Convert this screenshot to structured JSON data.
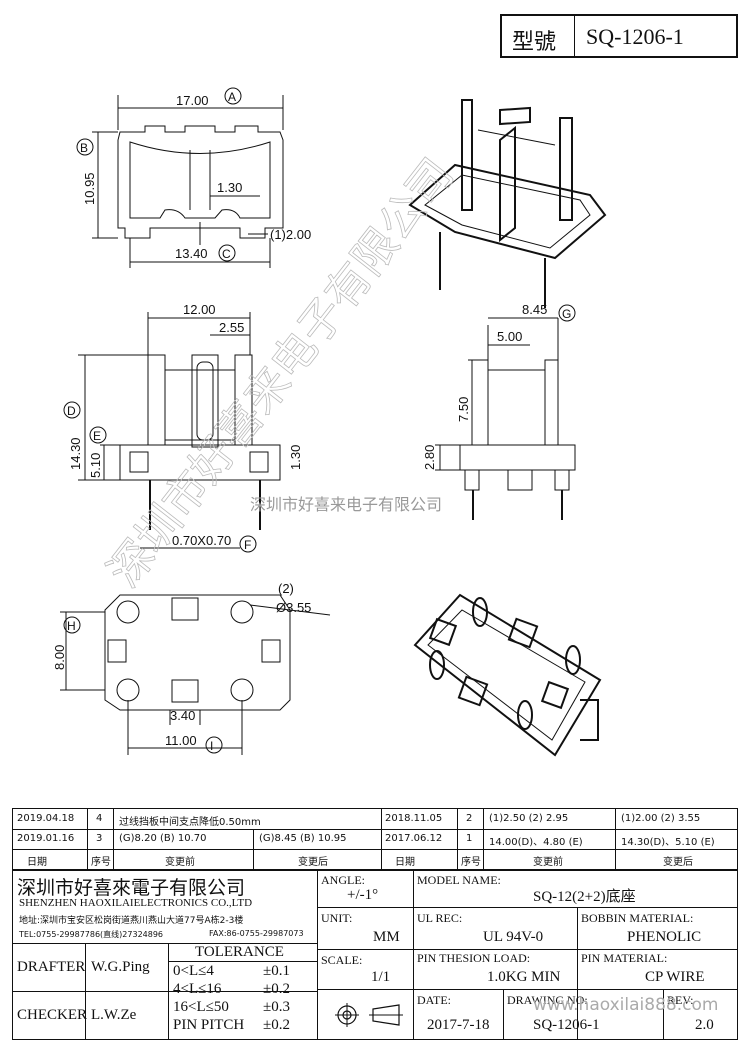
{
  "header": {
    "model_label": "型號",
    "model_value": "SQ-1206-1"
  },
  "dims": {
    "A": "17.00",
    "B": "10.95",
    "w130": "1.30",
    "pin2": "(1)2.00",
    "C": "13.40",
    "w1200": "12.00",
    "w255": "2.55",
    "D": "14.30",
    "E": "5.10",
    "h130": "1.30",
    "F": "0.70X0.70",
    "G": "8.45",
    "w500": "5.00",
    "h750": "7.50",
    "h280": "2.80",
    "holes": "(2)",
    "dia": "Ø3.55",
    "H": "8.00",
    "w340": "3.40",
    "I": "11.00"
  },
  "circle_labels": [
    "A",
    "B",
    "C",
    "D",
    "E",
    "F",
    "G",
    "H",
    "I"
  ],
  "watermark": {
    "vertical": "深圳市好喜来电子有限公司",
    "overlay": "深圳市好喜来电子有限公司",
    "footer_url": "www.haoxilai888.com"
  },
  "revisions": [
    {
      "date": "2019.04.18",
      "no": "4",
      "before": "过线挡板中间支点降低0.50mm",
      "after": ""
    },
    {
      "date": "2019.01.16",
      "no": "3",
      "before": "(G)8.20  (B) 10.70",
      "after": "(G)8.45  (B) 10.95"
    },
    {
      "date": "2018.11.05",
      "no": "2",
      "before": "(1)2.50  (2) 2.95",
      "after": "(1)2.00  (2) 3.55"
    },
    {
      "date": "2017.06.12",
      "no": "1",
      "before": "14.00(D)、4.80 (E)",
      "after": "14.30(D)、5.10 (E)"
    }
  ],
  "rev_headers": {
    "date": "日期",
    "no": "序号",
    "before": "变更前",
    "after": "变更后"
  },
  "company": {
    "name_cn": "深圳市好喜來電子有限公司",
    "name_en": "SHENZHEN HAOXILAIELECTRONICS CO.,LTD",
    "address": "地址:深圳市宝安区松岗街道燕川燕山大道77号A栋2-3楼",
    "tel": "TEL:0755-29987786(直线)27324896",
    "fax": "FAX:86-0755-29987073"
  },
  "fields": {
    "angle_label": "ANGLE:",
    "angle_value": "+/-1°",
    "model_name_label": "MODEL NAME:",
    "model_name_value": "SQ-12(2+2)底座",
    "unit_label": "UNIT:",
    "unit_value": "MM",
    "ul_label": "UL REC:",
    "ul_value": "UL 94V-0",
    "bobbin_label": "BOBBIN MATERIAL:",
    "bobbin_value": "PHENOLIC",
    "scale_label": "SCALE:",
    "scale_value": "1/1",
    "pin_load_label": "PIN THESION LOAD:",
    "pin_load_value": "1.0KG MIN",
    "pin_mat_label": "PIN MATERIAL:",
    "pin_mat_value": "CP  WIRE",
    "date_label": "DATE:",
    "date_value": "2017-7-18",
    "drawing_no_label": "DRAWING NO:",
    "drawing_no_value": "SQ-1206-1",
    "rev_label": "REV:",
    "rev_value": "2.0",
    "drafter_label": "DRAFTER",
    "drafter_value": "W.G.Ping",
    "checker_label": "CHECKER",
    "checker_value": "L.W.Ze",
    "tolerance_label": "TOLERANCE"
  },
  "tolerance": [
    {
      "range": "0<L≤4",
      "value": "±0.1"
    },
    {
      "range": "4<L≤16",
      "value": "±0.2"
    },
    {
      "range": "16<L≤50",
      "value": "±0.3"
    },
    {
      "range": "PIN PITCH",
      "value": "±0.2"
    }
  ]
}
